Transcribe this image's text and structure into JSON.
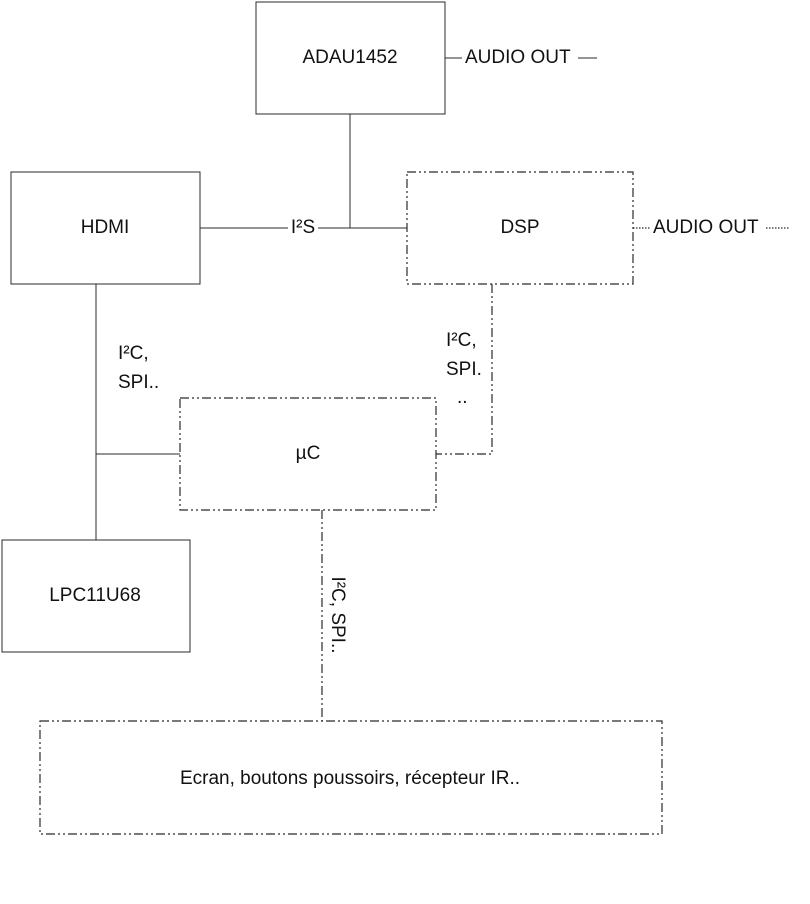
{
  "blocks": {
    "adau": "ADAU1452",
    "hdmi": "HDMI",
    "dsp": "DSP",
    "uc": "µC",
    "lpc": "LPC11U68",
    "peripherals": "Ecran, boutons poussoirs, récepteur IR.."
  },
  "connections": {
    "i2s": "I²S",
    "audio_out_adau": "AUDIO OUT",
    "audio_out_dsp": "AUDIO OUT",
    "hdmi_uc_line1": "I²C,",
    "hdmi_uc_line2": "SPI..",
    "dsp_uc_line1": "I²C,",
    "dsp_uc_line2": "SPI.",
    "dsp_uc_line3": "..",
    "uc_periph": "I²C, SPI.."
  }
}
